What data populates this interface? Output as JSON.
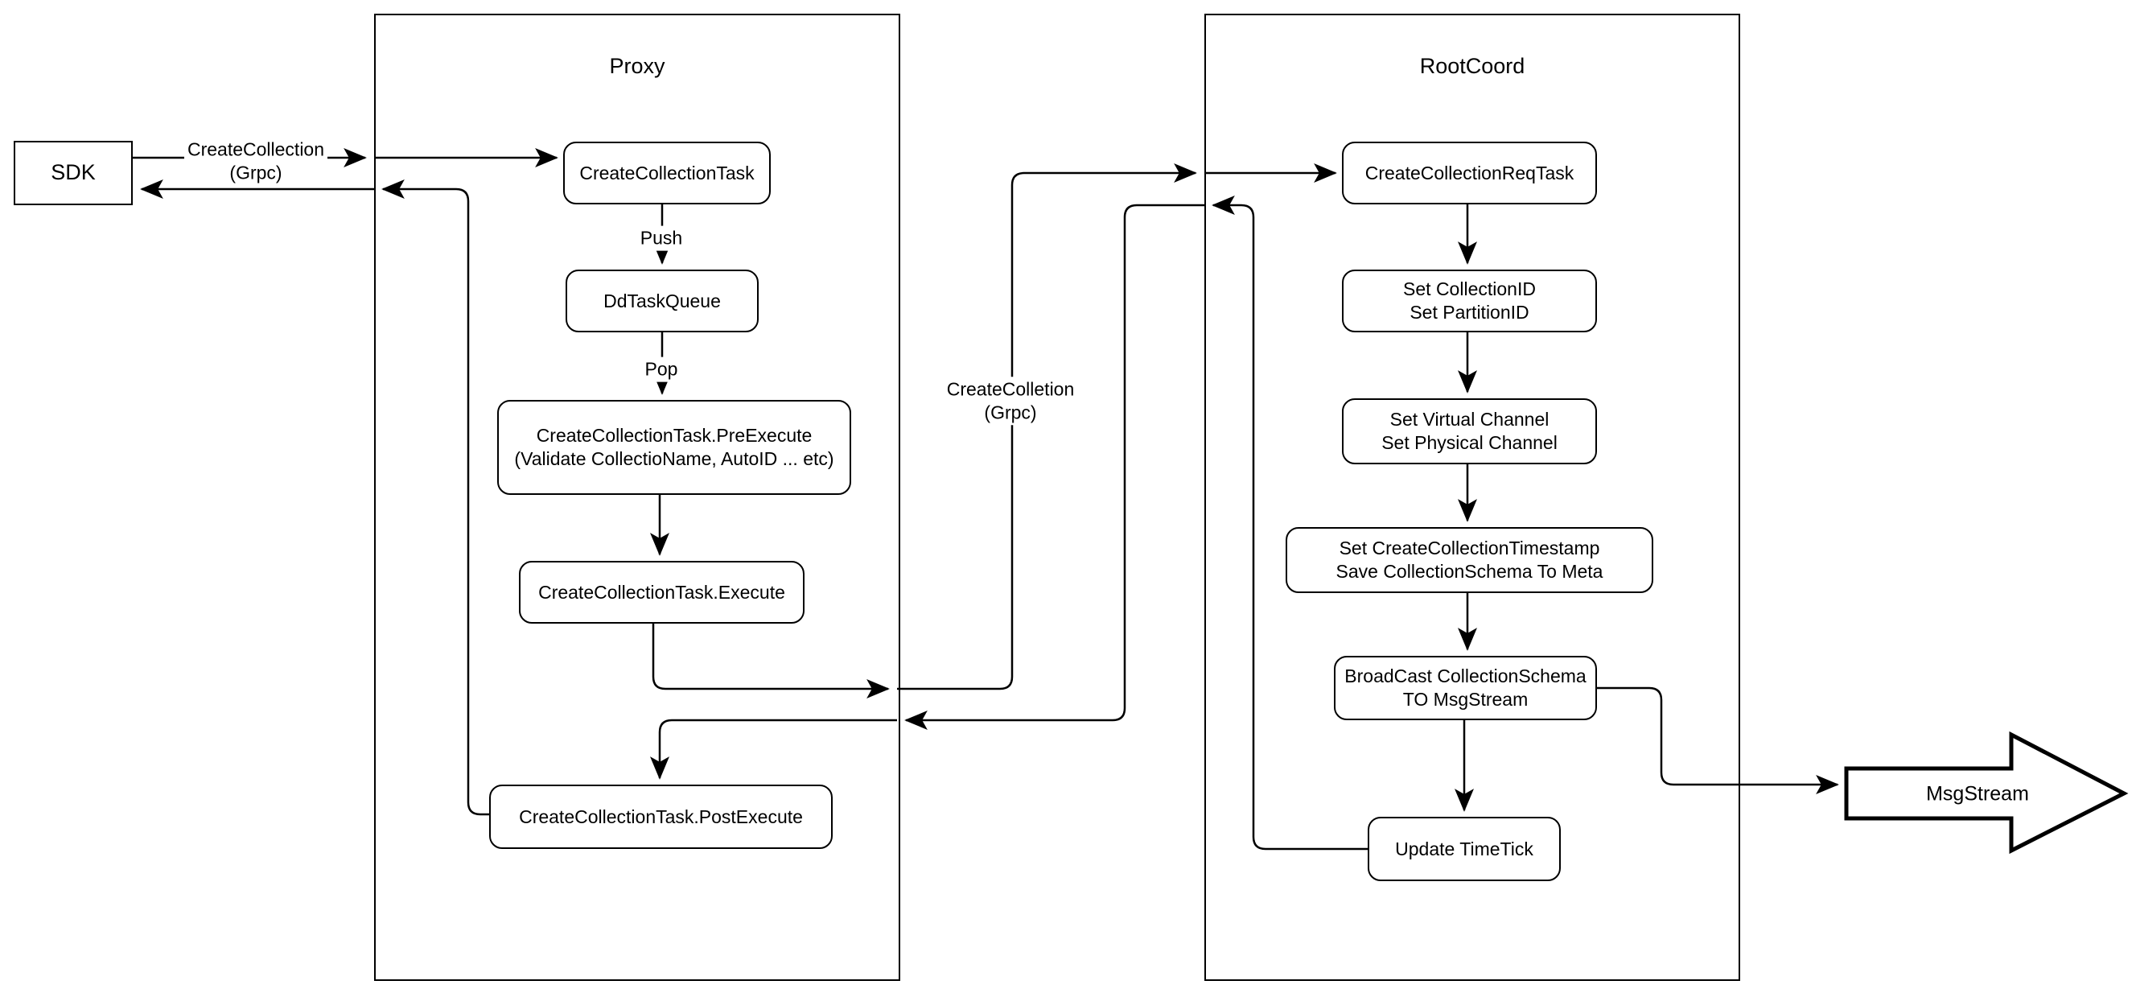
{
  "diagram": {
    "sdk": {
      "label": "SDK"
    },
    "proxy": {
      "title": "Proxy",
      "nodes": {
        "create_collection_task": "CreateCollectionTask",
        "dd_task_queue": "DdTaskQueue",
        "pre_execute": "CreateCollectionTask.PreExecute\n(Validate CollectioName, AutoID ... etc)",
        "execute": "CreateCollectionTask.Execute",
        "post_execute": "CreateCollectionTask.PostExecute"
      }
    },
    "rootcoord": {
      "title": "RootCoord",
      "nodes": {
        "req_task": "CreateCollectionReqTask",
        "set_ids": "Set CollectionID\nSet PartitionID",
        "set_channels": "Set Virtual Channel\nSet Physical Channel",
        "set_timestamp": "Set CreateCollectionTimestamp\nSave CollectionSchema To Meta",
        "broadcast": "BroadCast CollectionSchema\nTO MsgStream",
        "update_timetick": "Update TimeTick"
      }
    },
    "msgstream": {
      "label": "MsgStream"
    },
    "edge_labels": {
      "sdk_grpc": "CreateCollection\n(Grpc)",
      "push": "Push",
      "pop": "Pop",
      "mid_grpc": "CreateColletion\n(Grpc)"
    },
    "colors": {
      "stroke": "#000000",
      "fill": "#ffffff"
    }
  }
}
